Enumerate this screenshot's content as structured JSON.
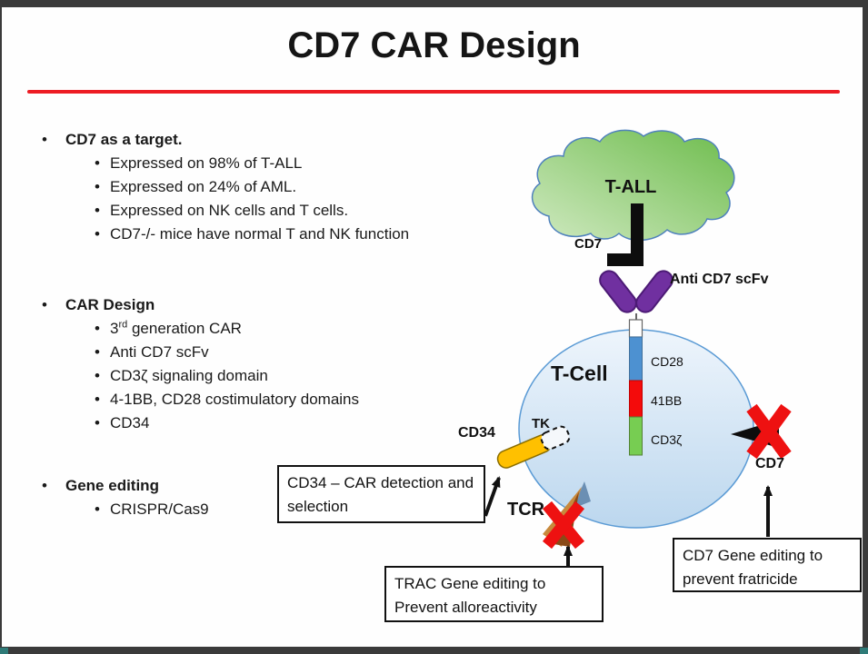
{
  "slide": {
    "title": "CD7 CAR Design",
    "accent_red": "#ed1c24",
    "frame_color": "#3a3a3a",
    "teal_corner_color": "#2f7b78"
  },
  "bullets": {
    "sections": [
      {
        "title": "CD7 as a target.",
        "items": [
          "Expressed on 98% of T-ALL",
          "Expressed on 24% of AML.",
          "Expressed on NK cells and T cells.",
          "CD7-/- mice have normal T and NK function"
        ]
      },
      {
        "title": "CAR Design",
        "first_item": {
          "pre": "3",
          "sup": "rd",
          "rest": " generation CAR"
        },
        "items": [
          "Anti CD7 scFv",
          "CD3ζ signaling domain",
          "4-1BB, CD28 costimulatory domains",
          "CD34"
        ]
      },
      {
        "title": "Gene editing",
        "items": [
          "CRISPR/Cas9"
        ]
      }
    ],
    "bullet_glyph": "•"
  },
  "diagram": {
    "cloud_label": "T-ALL",
    "cd7_ligand_label": "CD7",
    "scfv_label": "Anti CD7 scFv",
    "tcell_label": "T-Cell",
    "receptor_segments": {
      "cd28": "CD28",
      "fourbb": "41BB",
      "cd3z": "CD3ζ"
    },
    "cd34_label": "CD34",
    "tk_label": "TK",
    "tcr_label": "TCR",
    "cd7_right_label": "CD7",
    "boxes": {
      "cd34": "CD34 – CAR detection and selection",
      "trac": "TRAC Gene editing to Prevent alloreactivity",
      "cd7": "CD7 Gene editing to prevent fratricide"
    },
    "colors": {
      "cloud_green_light": "#cfe9c0",
      "cloud_green_dark": "#6dbc4c",
      "cell_blue_light": "#eef5fc",
      "cell_blue_dark": "#bcd7ee",
      "cell_outline": "#5b9bd5",
      "scfv_purple": "#7030a0",
      "cd28_blue": "#4d91d1",
      "bb_red": "#f40b0b",
      "cd3z_green": "#77cd52",
      "rod_orange": "#ffc000",
      "x_red": "#ee1111",
      "tcr_tan": "#c8893c",
      "tcr_brown": "#8a4a17",
      "ligand_black": "#0d0d0d"
    }
  }
}
